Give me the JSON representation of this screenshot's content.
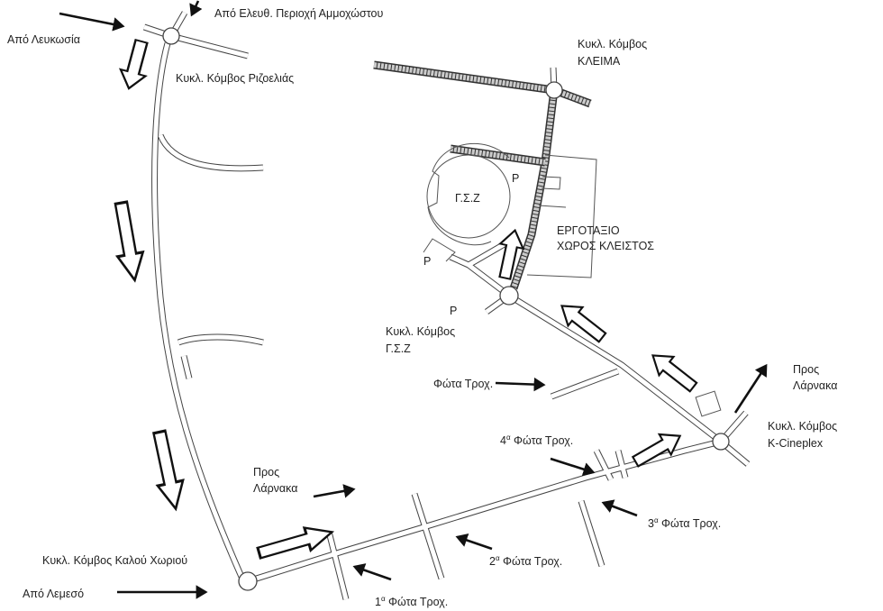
{
  "labels": {
    "from_nicosia": "Από Λευκωσία",
    "from_famagusta": "Από Ελευθ. Περιοχή Αμμοχώστου",
    "rizoelia": "Κυκλ. Κόμβος Ριζοελιάς",
    "kleima_1": "Κυκλ. Κόμβος",
    "kleima_2": "ΚΛΕΙΜΑ",
    "gsz_stadium": "Γ.Σ.Ζ",
    "parking": "P",
    "site_1": "ΕΡΓΟΤΑΞΙΟ",
    "site_2": "ΧΩΡΟΣ ΚΛΕΙΣΤΟΣ",
    "gsz_rb_1": "Κυκλ. Κόμβος",
    "gsz_rb_2": "Γ.Σ.Ζ",
    "lights": "Φώτα Τροχ.",
    "to_larnaca_ne_1": "Προς",
    "to_larnaca_ne_2": "Λάρνακα",
    "cineplex_1": "Κυκλ. Κόμβος",
    "cineplex_2": "K-Cineplex",
    "to_larnaca_w_1": "Προς",
    "to_larnaca_w_2": "Λάρνακα",
    "kalo_chorio": "Κυκλ. Κόμβος Καλού Χωριού",
    "from_limassol": "Από Λεμεσό"
  },
  "traffic_lights": [
    {
      "num": "1",
      "sup": "α",
      "text": " Φώτα Τροχ."
    },
    {
      "num": "2",
      "sup": "α",
      "text": " Φώτα Τροχ."
    },
    {
      "num": "3",
      "sup": "α",
      "text": " Φώτα Τροχ."
    },
    {
      "num": "4",
      "sup": "α",
      "text": " Φώτα Τροχ."
    }
  ]
}
